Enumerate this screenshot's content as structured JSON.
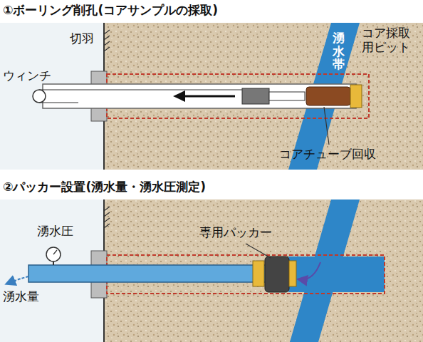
{
  "diagram": {
    "labels": [
      "①ボーリング削孔(コアサンプルの採取)",
      "切羽",
      "ウィンチ",
      "湧水帯",
      "コア採取用ピット",
      "コアチューブ回収",
      "②パッカー設置(湧水量・湧水圧測定)",
      "湧水圧",
      "専用パッカー",
      "湧水量"
    ]
  }
}
